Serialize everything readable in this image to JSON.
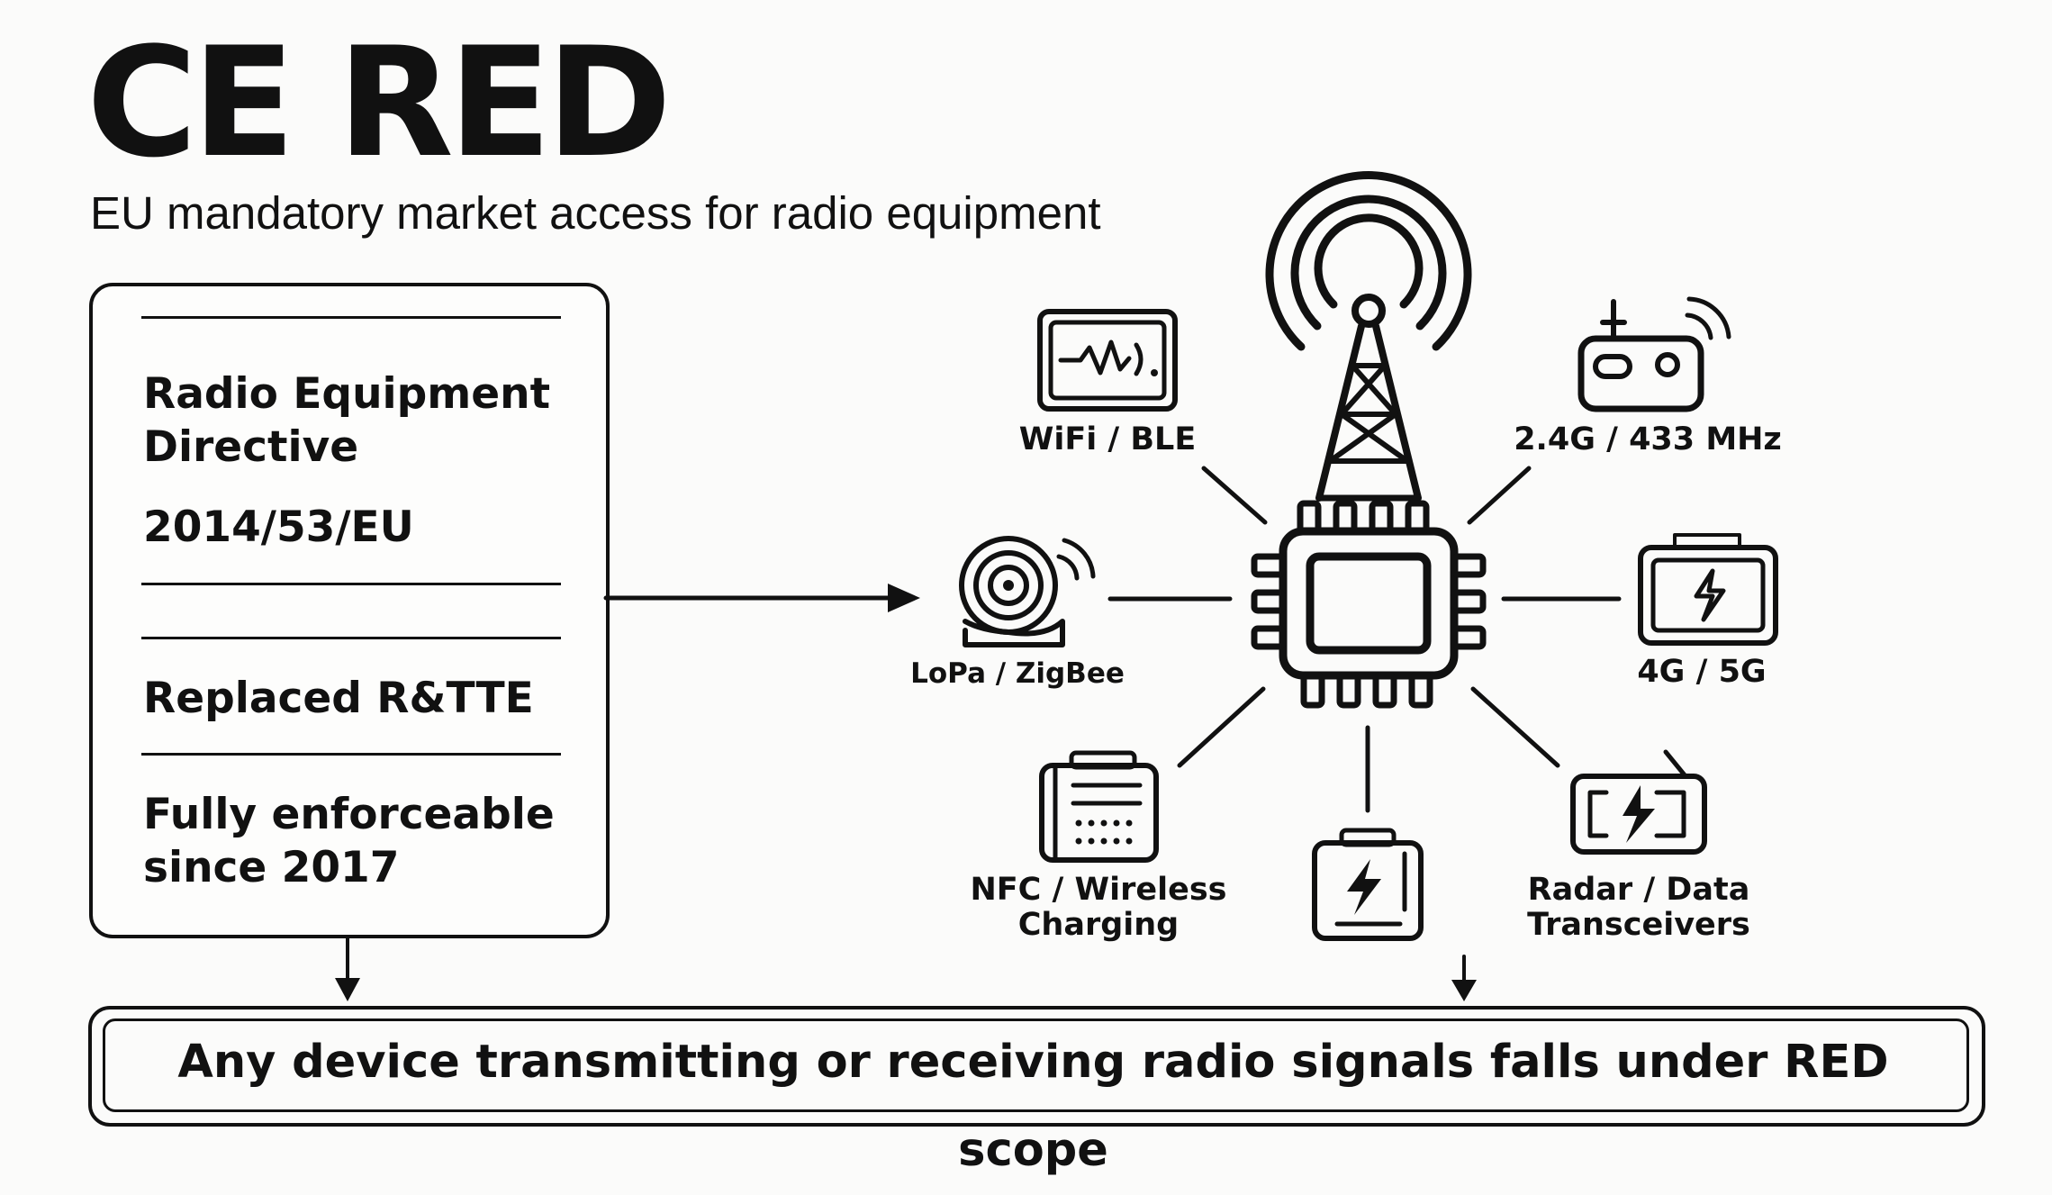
{
  "title": "CE RED",
  "subtitle": "EU mandatory market access for radio equipment",
  "info_box": {
    "line1": "Radio Equipment",
    "line2": "Directive",
    "directive_number": "2014/53/EU",
    "replaced": "Replaced R&TTE",
    "enforced_line1": "Fully enforceable",
    "enforced_line2": "since 2017"
  },
  "technologies": {
    "wifi_ble": "WiFi / BLE",
    "band_24g_433": "2.4G / 433 MHz",
    "lora_zigbee": "LoPa / ZigBee",
    "cellular": "4G / 5G",
    "nfc_line1": "NFC / Wireless",
    "nfc_line2": "Charging",
    "radar_line1": "Radar / Data",
    "radar_line2": "Transceivers"
  },
  "scope_statement": "Any device transmitting or receiving radio signals falls under RED scope",
  "icons": [
    "antenna-tower-icon",
    "chip-icon",
    "wifi-module-icon",
    "radio-remote-icon",
    "lora-coil-icon",
    "cellular-module-icon",
    "nfc-card-icon",
    "battery-charging-icon",
    "radar-transceiver-icon"
  ]
}
